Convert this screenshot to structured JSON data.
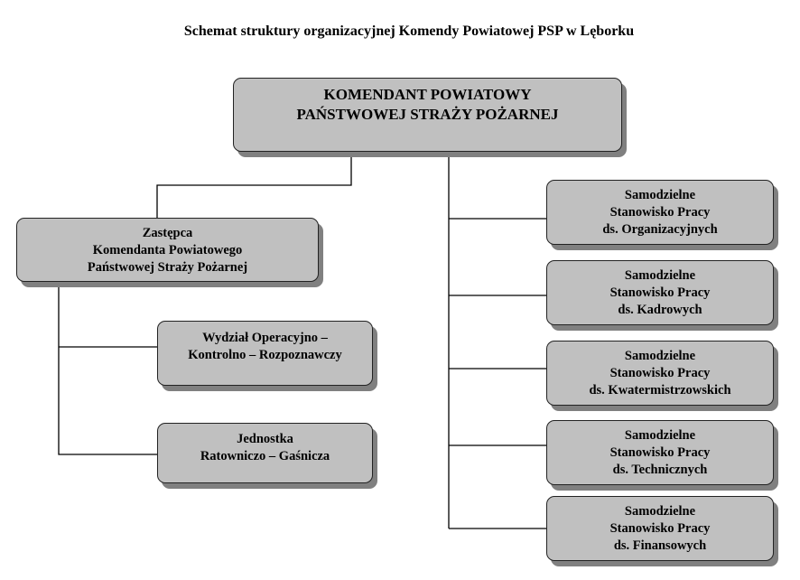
{
  "title": "Schemat struktury organizacyjnej Komendy Powiatowej PSP w Lęborku",
  "colors": {
    "box_fill": "#c0c0c0",
    "shadow": "#808080",
    "line": "#000000"
  },
  "commander": {
    "lines": [
      "KOMENDANT POWIATOWY",
      "PAŃSTWOWEJ STRAŻY POŻARNEJ"
    ]
  },
  "deputy": {
    "lines": [
      "Zastępca",
      "Komendanta Powiatowego",
      "Państwowej Straży Pożarnej"
    ]
  },
  "deputy_units": [
    {
      "lines": [
        "Wydział Operacyjno –",
        "Kontrolno – Rozpoznawczy"
      ]
    },
    {
      "lines": [
        "Jednostka",
        "Ratowniczo – Gaśnicza"
      ]
    }
  ],
  "independent_posts": [
    {
      "lines": [
        "Samodzielne",
        "Stanowisko Pracy",
        "ds. Organizacyjnych"
      ]
    },
    {
      "lines": [
        "Samodzielne",
        "Stanowisko Pracy",
        "ds. Kadrowych"
      ]
    },
    {
      "lines": [
        "Samodzielne",
        "Stanowisko Pracy",
        "ds. Kwatermistrzowskich"
      ]
    },
    {
      "lines": [
        "Samodzielne",
        "Stanowisko Pracy",
        "ds. Technicznych"
      ]
    },
    {
      "lines": [
        "Samodzielne",
        "Stanowisko Pracy",
        "ds. Finansowych"
      ]
    }
  ]
}
